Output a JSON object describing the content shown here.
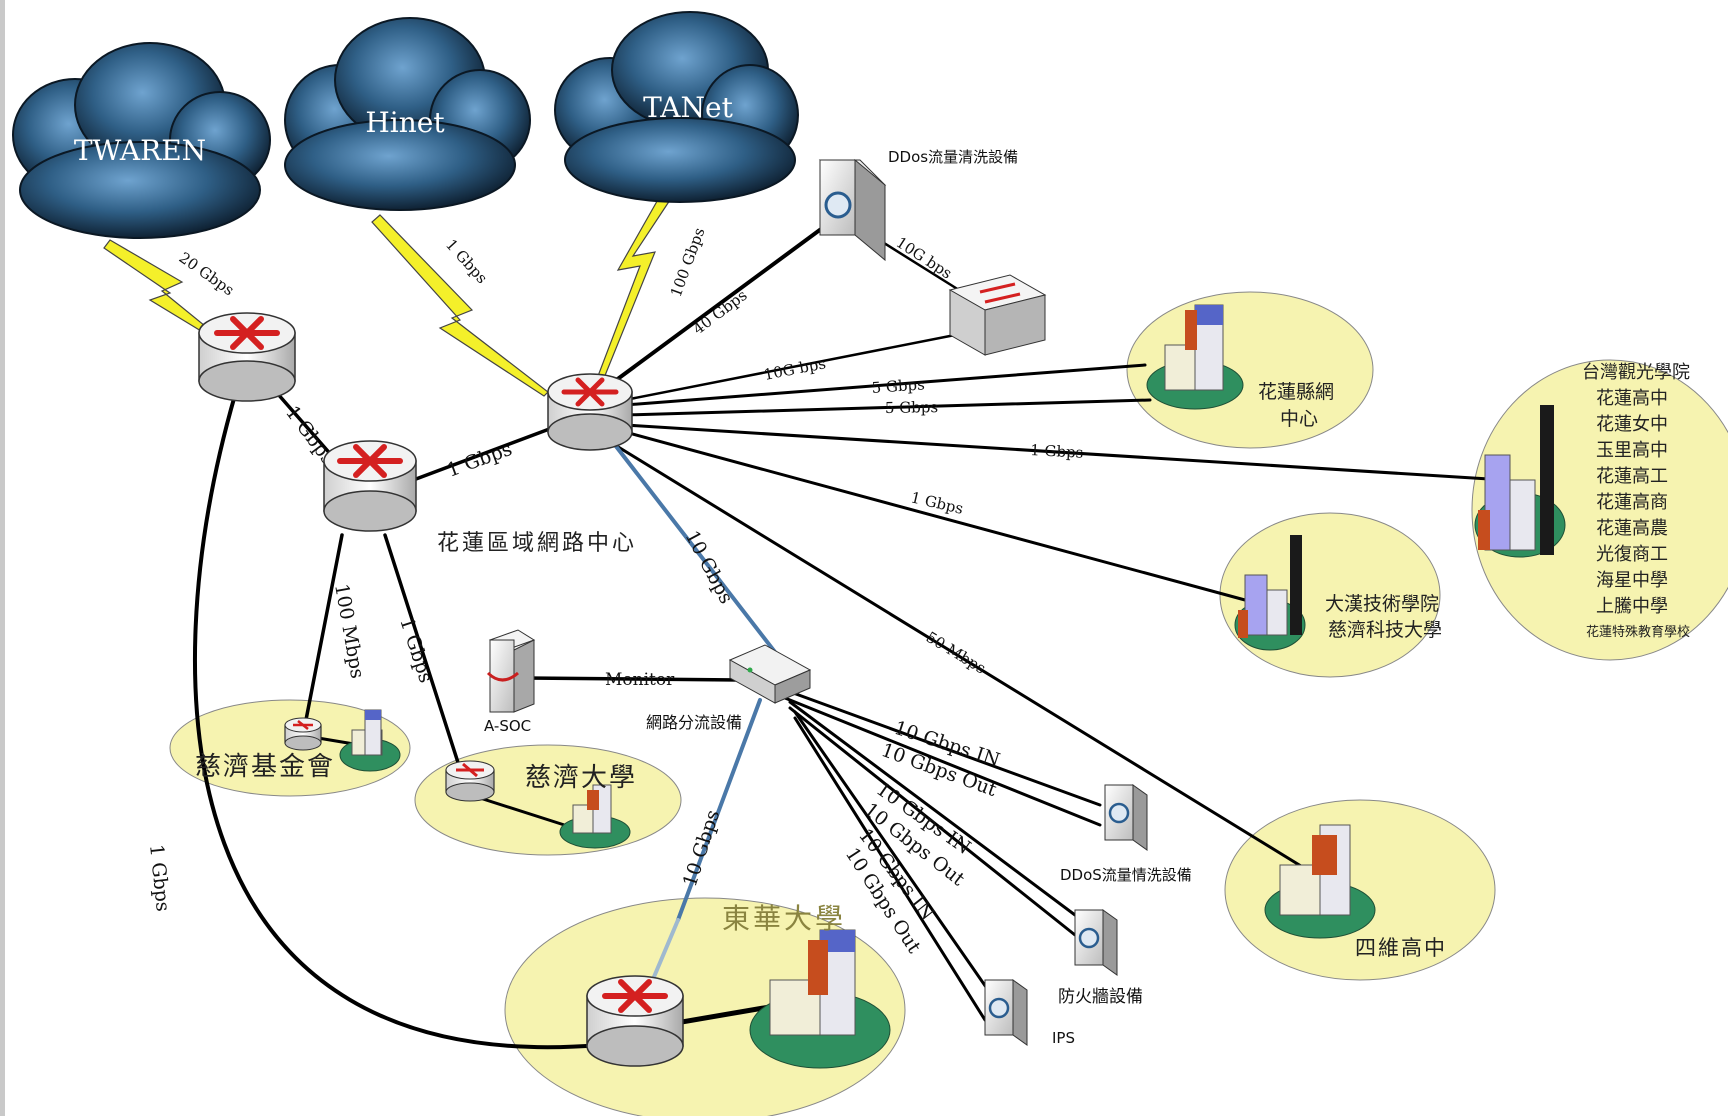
{
  "clouds": {
    "twaren": "TWAREN",
    "hinet": "Hinet",
    "tanet": "TANet"
  },
  "links": {
    "twaren_uplink": "20 Gbps",
    "hinet_uplink": "1 Gbps",
    "tanet_uplink": "100 Gbps",
    "ddos_top_40g": "40 Gbps",
    "ddos_to_switch": "10G bps",
    "switch_to_core": "10G bps",
    "county_5g_a": "5 Gbps",
    "county_5g_b": "5 Gbps",
    "schools_1g": "1 Gbps",
    "dahan_1g": "1 Gbps",
    "siwei_50m": "50 Mbps",
    "core_to_splitter": "10 Gbps",
    "splitter_to_donghwa": "10 Gbps",
    "twaren_router_to_tzuchi_router": "1 Gbps",
    "tzuchi_router_to_core": "1 Gbps",
    "tzuchi_router_to_foundation": "100 Mbps",
    "tzuchi_router_to_university": "1 Gbps",
    "twaren_router_to_donghwa": "1 Gbps",
    "monitor": "Monitor",
    "out_in_1": "10 Gbps IN",
    "out_out_1": "10 Gbps Out",
    "out_in_2": "10 Gbps IN",
    "out_out_2": "10 Gbps Out",
    "out_in_3": "10 Gbps IN",
    "out_out_3": "10 Gbps Out"
  },
  "devices": {
    "ddos_top": "DDos流量清洗設備",
    "splitter": "網路分流設備",
    "asoc": "A-SOC",
    "ddos_bottom": "DDoS流量情洗設備",
    "firewall": "防火牆設備",
    "ips": "IPS"
  },
  "sites": {
    "center": "花蓮區域網路中心",
    "county_line1": "花蓮縣網",
    "county_line2": "中心",
    "schools": [
      "台灣觀光學院",
      "花蓮高中",
      "花蓮女中",
      "玉里高中",
      "花蓮高工",
      "花蓮高商",
      "花蓮高農",
      "光復商工",
      "海星中學",
      "上騰中學"
    ],
    "schools_last": "花蓮特殊教育學校",
    "dahan_line1": "大漢技術學院",
    "dahan_line2": "慈濟科技大學",
    "siwei": "四維高中",
    "foundation": "慈濟基金會",
    "tzuchi_univ": "慈濟大學",
    "donghwa": "東華大學"
  },
  "colors": {
    "cloud": "#2f5f86",
    "lightning": "#f4f02a",
    "site_fill": "#f6f3b0",
    "blue_link": "#4a78a8",
    "router_arrow": "#d42020"
  }
}
